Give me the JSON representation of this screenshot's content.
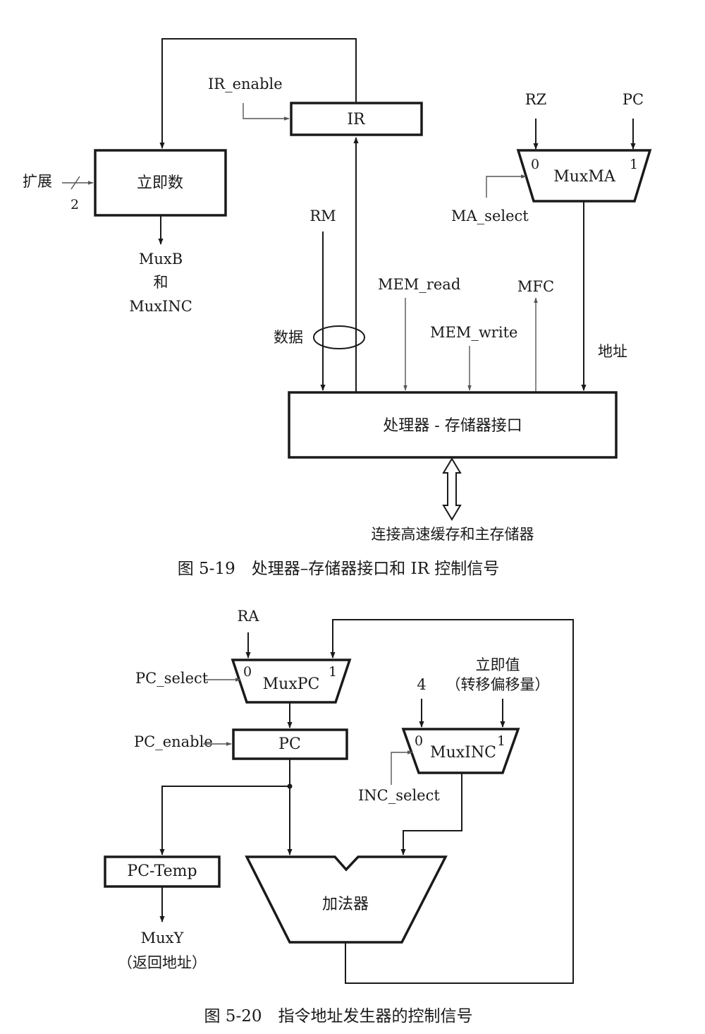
{
  "fig19": {
    "ir": "IR",
    "ir_enable": "IR_enable",
    "imm": "立即数",
    "extend": "扩展",
    "extend_bits": "2",
    "muxb": "MuxB",
    "and": "和",
    "muxinc": "MuxINC",
    "rz": "RZ",
    "pc": "PC",
    "muxma": "MuxMA",
    "muxma_in0": "0",
    "muxma_in1": "1",
    "ma_select": "MA_select",
    "rm": "RM",
    "data": "数据",
    "mem_read": "MEM_read",
    "mem_write": "MEM_write",
    "mfc": "MFC",
    "address": "地址",
    "interface": "处理器 - 存储器接口",
    "bus": "连接高速缓存和主存储器",
    "caption": "图 5-19　处理器–存储器接口和 IR 控制信号"
  },
  "fig20": {
    "ra": "RA",
    "pc_select": "PC_select",
    "muxpc": "MuxPC",
    "muxpc_in0": "0",
    "muxpc_in1": "1",
    "pc_enable": "PC_enable",
    "pc": "PC",
    "four": "4",
    "imm_line1": "立即值",
    "imm_line2": "（转移偏移量）",
    "muxinc": "MuxINC",
    "muxinc_in0": "0",
    "muxinc_in1": "1",
    "inc_select": "INC_select",
    "pc_temp": "PC-Temp",
    "muxy": "MuxY",
    "return_addr": "（返回地址）",
    "adder": "加法器",
    "caption": "图 5-20　指令地址发生器的控制信号"
  }
}
